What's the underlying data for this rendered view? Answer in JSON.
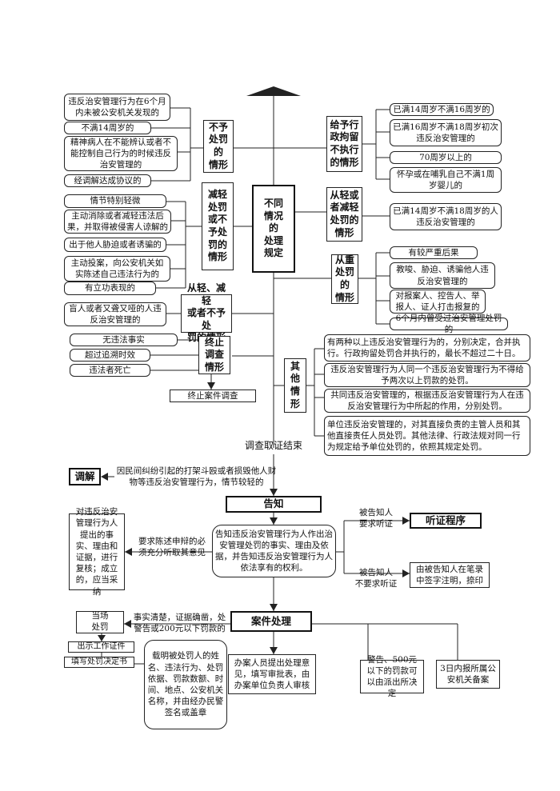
{
  "center": {
    "label": "不同\n情况\n的\n处理\n规定"
  },
  "no_penalty": {
    "title": "不予\n处罚\n的\n情形",
    "items": [
      "违反治安管理行为在6个月内未被公安机关发现的",
      "不满14周岁的",
      "精神病人在不能辨认或者不能控制自己行为的时候违反治安管理的",
      "经调解达成协议的"
    ]
  },
  "reduce_or_exempt": {
    "title": "减轻\n处罚\n或不\n予处\n罚的\n情形",
    "items": [
      "情节特别轻微",
      "主动消除或者减轻违法后果，并取得被侵害人谅解的",
      "出于他人胁迫或者诱骗的",
      "主动投案，向公安机关如实陈述自己违法行为的",
      "有立功表现的"
    ]
  },
  "lighter_reduce_exempt": {
    "title": "从轻、减轻\n或者不予处\n罚的情形",
    "item": "盲人或者又聋又哑的人违反治安管理的"
  },
  "terminate": {
    "title": "终止\n调查\n情形",
    "items": [
      "无违法事实",
      "超过追溯时效",
      "违法者死亡"
    ],
    "result": "终止案件调查"
  },
  "detention_not_executed": {
    "title": "给予行\n政拘留\n不执行\n的情形",
    "items": [
      "已满14周岁不满16周岁的",
      "已满16周岁不满18周岁初次违反治安管理的",
      "70周岁以上的",
      "怀孕或在哺乳自己不满1周岁婴儿的"
    ]
  },
  "lighter": {
    "title": "从轻或\n者减轻\n处罚的\n情形",
    "item": "已满14周岁不满18周岁的人违反治安管理的"
  },
  "heavier": {
    "title": "从重\n处罚\n的\n情形",
    "items": [
      "有较严重后果",
      "教唆、胁迫、诱骗他人违反治安管理的",
      "对报案人、控告人、举报人、证人打击报复的",
      "6个月内曾受过治安管理处罚的"
    ]
  },
  "other": {
    "title": "其\n他\n情\n形",
    "items": [
      "有两种以上违反治安管理行为的，分别决定，合并执行。行政拘留处罚合并执行的，最长不超过二十日。",
      "违反治安管理行为人同一个违反治安管理行为不得给予两次以上罚款的处罚。",
      "共同违反治安管理的，根据违反治安管理行为人在违反治安管理行为中所起的作用，分别处罚。",
      "单位违反治安管理的，对其直接负责的主管人员和其他直接责任人员处罚。其他法律、行政法规对同一行为规定给予单位处罚的，依照其规定处罚。"
    ]
  },
  "flow": {
    "investigation_end": "调查取证结束",
    "mediation": "调解",
    "mediation_condition": "因民间纠纷引起的打架斗殴或者损毁他人财物等违反治安管理行为，情节较轻的",
    "notify": "告知",
    "notify_content": "告知违反治安管理行为人作出治安管理处罚的事实、理由及依据，并告知违反治安管理行为人依法享有的权利。",
    "statement_note": "要求陈述申辩的必须充分听取其意见",
    "review_box": "对违反治安管理行为人提出的事实、理由和证据，进行复核；成立的，应当采纳",
    "hearing_request": "被告知人\n要求听证",
    "hearing": "听证程序",
    "no_hearing_request": "被告知人\n不要求听证",
    "no_hearing_result": "由被告知人在笔录中签字注明，捺印",
    "case_handling": "案件处理",
    "onsite_condition": "事实清楚，证据确凿，处警告或200元以下罚款的",
    "onsite": "当场\n处罚",
    "show_id": "出示工作证件",
    "fill_decision": "填写处罚决定书",
    "decision_content": "载明被处罚人的姓名、违法行为、处罚依据、罚款数额、时间、地点、公安机关名称，并由经办民警签名或盖章",
    "approval": "办案人员提出处理意见，填写审批表，由办案单位负责人审核",
    "police_station": "警告、500元以下的罚款可以由派出所决定",
    "filing": "3日内报所属公安机关备案"
  }
}
